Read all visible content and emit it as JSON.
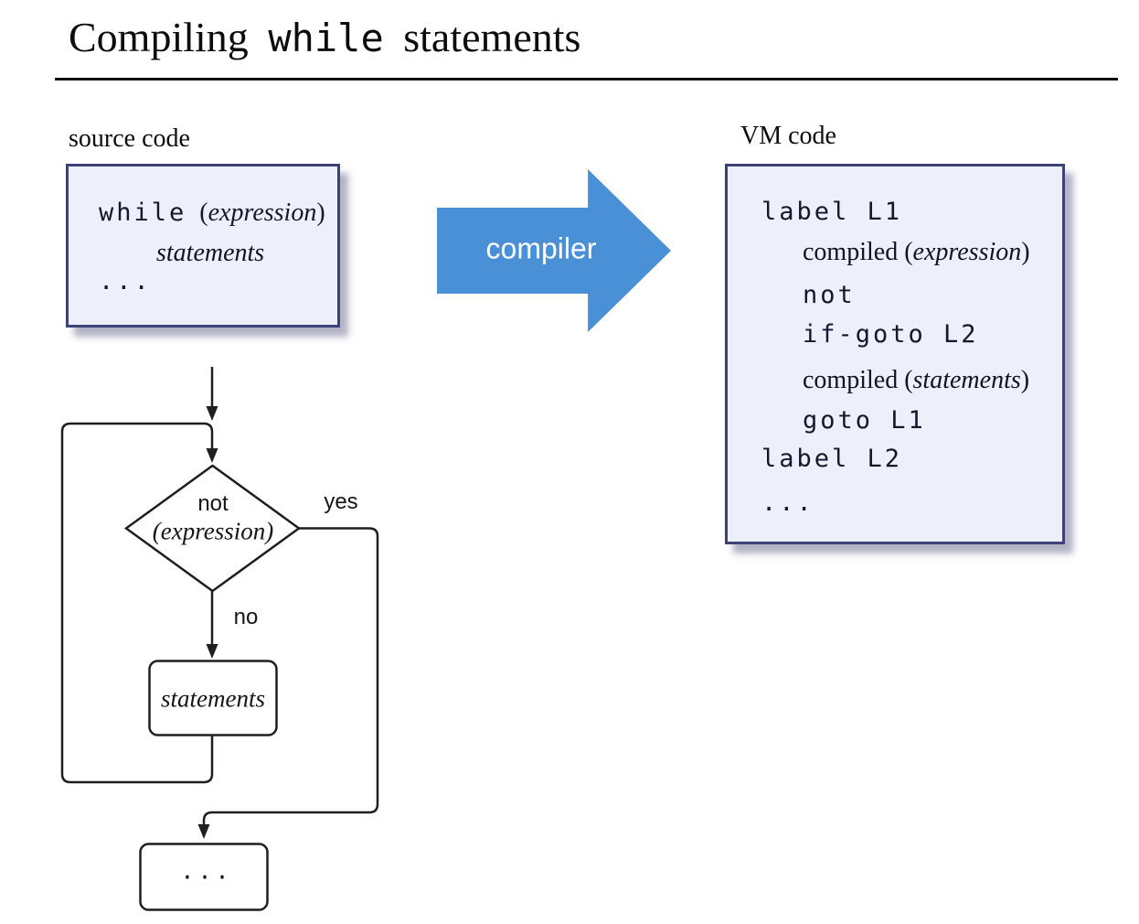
{
  "slide": {
    "title_prefix": "Compiling",
    "title_code": "while",
    "title_suffix": "statements"
  },
  "source_panel": {
    "heading": "source code",
    "keyword": "while",
    "paren_open": "(",
    "expression": "expression",
    "paren_close": ")",
    "statements": "statements",
    "ellipsis": "..."
  },
  "compiler": {
    "label": "compiler",
    "arrow_color": "#4a90d6"
  },
  "vm_panel": {
    "heading": "VM code",
    "lines": [
      {
        "text": "label L1"
      },
      {
        "prefix": "compiled (",
        "italic": "expression",
        "suffix": ")"
      },
      {
        "text": "not"
      },
      {
        "text": "if-goto L2"
      },
      {
        "prefix": "compiled (",
        "italic": "statements",
        "suffix": ")"
      },
      {
        "text": "goto L1"
      },
      {
        "text": "label L2"
      },
      {
        "text": "..."
      }
    ]
  },
  "flowchart": {
    "decision_line1": "not",
    "decision_line2": "(expression)",
    "yes_label": "yes",
    "no_label": "no",
    "process_label": "statements",
    "end_label": "..."
  },
  "colors": {
    "panel_fill": "#edeffa",
    "panel_border": "#3d4175",
    "arrow_blue": "#4a90d6",
    "flow_line": "#1f1f1f",
    "background": "#ffffff"
  }
}
